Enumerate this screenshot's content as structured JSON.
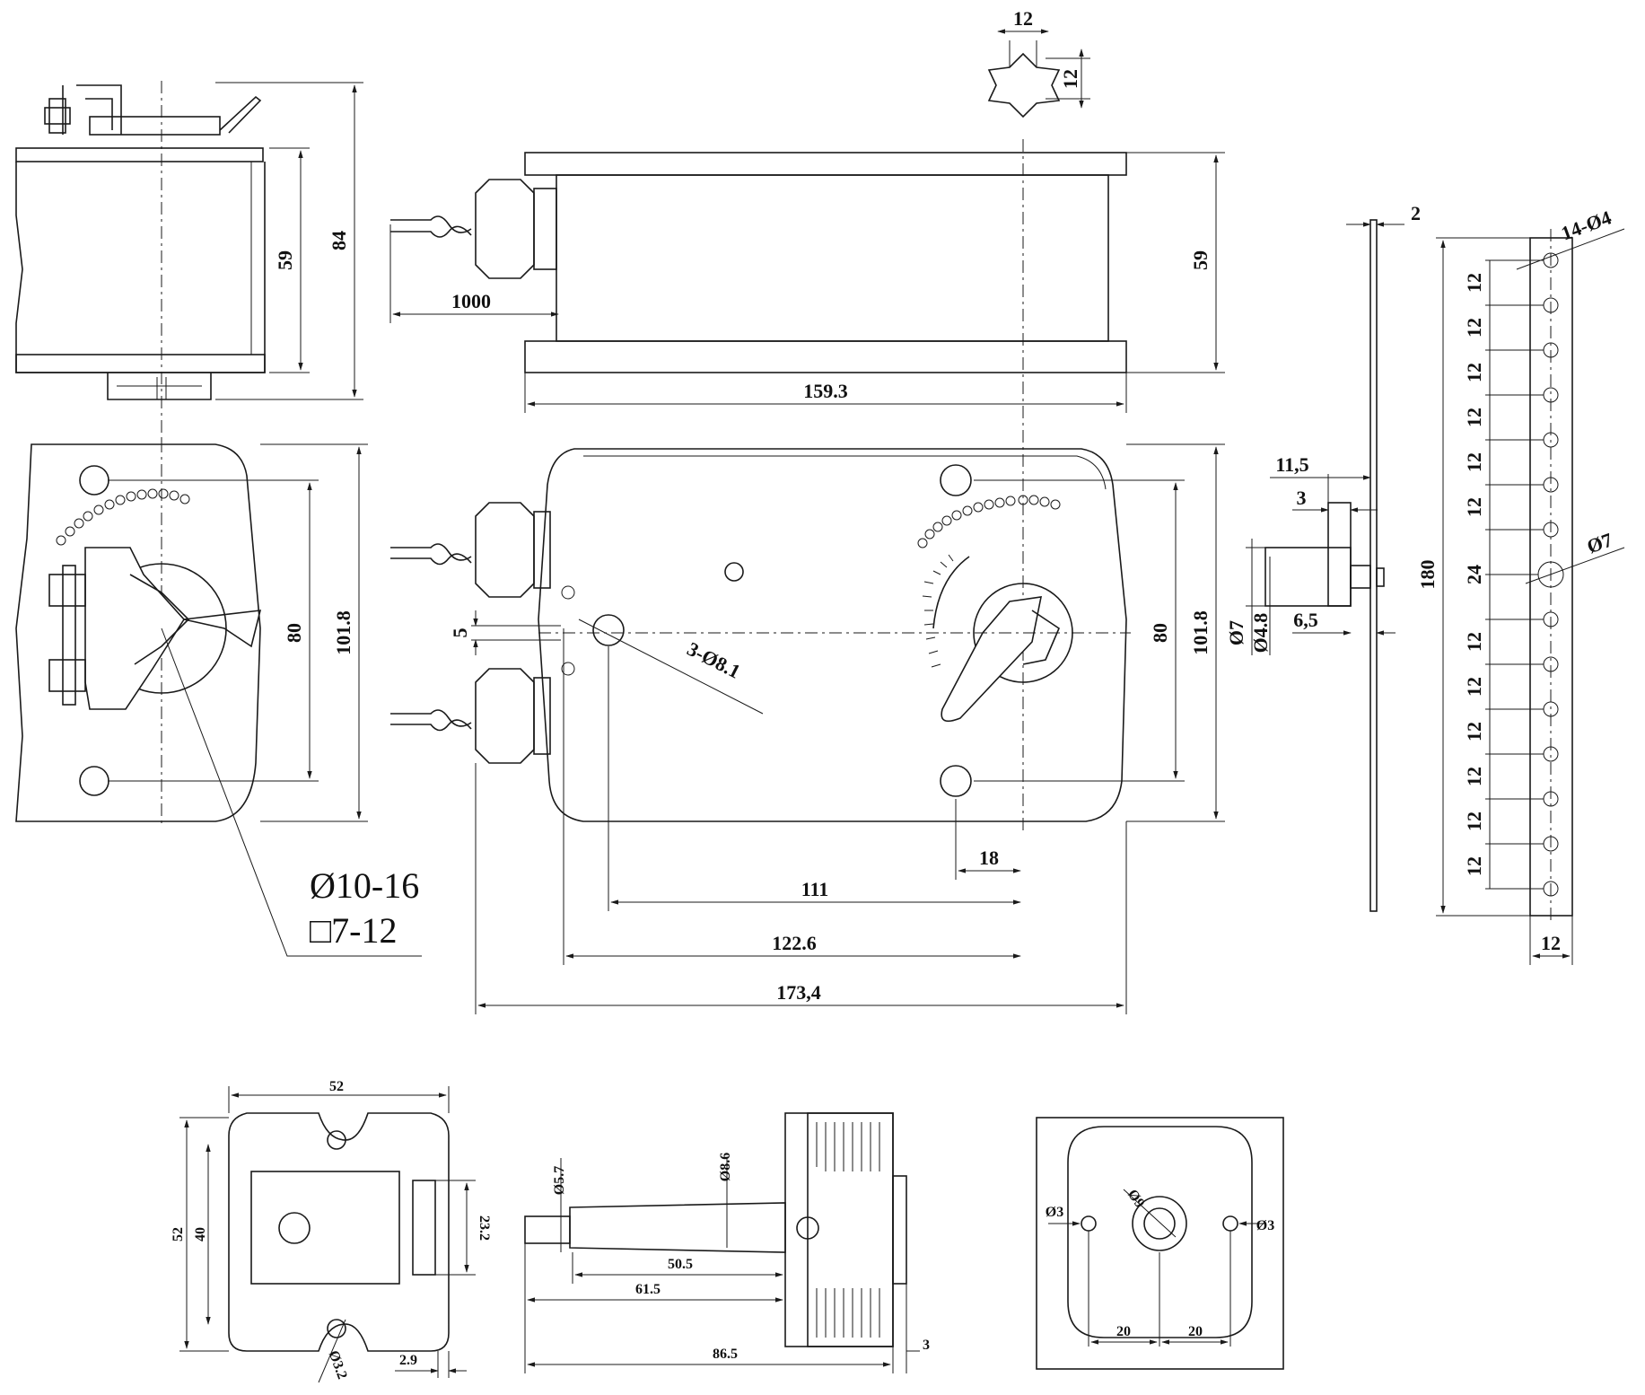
{
  "main_view": {
    "dim_1000": "1000",
    "dim_159_3": "159.3",
    "dim_59": "59",
    "dim_101_8": "101.8",
    "dim_80": "80",
    "dim_3_hole": "3-Ø8.1",
    "dim_5": "5",
    "dim_18": "18",
    "dim_111": "111",
    "dim_122_6": "122.6",
    "dim_173_4": "173,4",
    "shaft_12_w": "12",
    "shaft_12_h": "12"
  },
  "side_view": {
    "dim_59": "59",
    "dim_84": "84",
    "dim_80": "80",
    "dim_101_8": "101.8",
    "clamp_round": "Ø10-16",
    "clamp_square": "□7-12"
  },
  "bracket": {
    "dim_2": "2",
    "dim_11_5": "11,5",
    "dim_3": "3",
    "dim_6_5": "6,5",
    "dim_d7": "Ø7",
    "dim_d4_8": "Ø4.8"
  },
  "strip": {
    "holes_label": "14-Ø4",
    "center_hole": "Ø7",
    "length": "180",
    "width": "12",
    "pitch_labels": [
      "12",
      "12",
      "12",
      "12",
      "12",
      "12",
      "24",
      "12",
      "12",
      "12",
      "12",
      "12",
      "12"
    ]
  },
  "bottom_views": {
    "front_52_w": "52",
    "front_52_h": "52",
    "front_40": "40",
    "front_23_2": "23.2",
    "front_2_9": "2.9",
    "front_d3_2": "Ø3.2",
    "shaft_d5_7": "Ø5.7",
    "shaft_d8_6": "Ø8.6",
    "shaft_50_5": "50.5",
    "shaft_61_5": "61.5",
    "shaft_86_5": "86.5",
    "shaft_3": "3",
    "plate_d9": "Ø9",
    "plate_d3_left": "Ø3",
    "plate_d3_right": "Ø3",
    "plate_20_left": "20",
    "plate_20_right": "20"
  }
}
